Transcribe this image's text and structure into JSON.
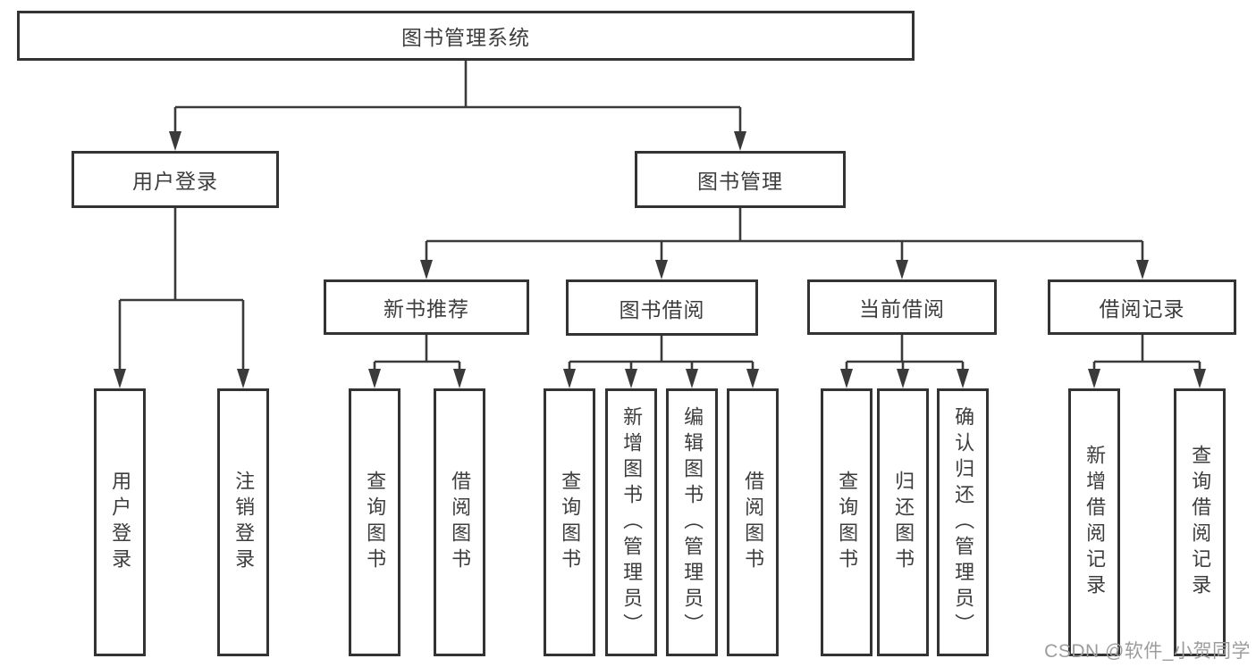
{
  "diagram_title": "图书管理系统",
  "nodes": {
    "root": {
      "label": "图书管理系统"
    },
    "user_login": {
      "label": "用户登录"
    },
    "book_management": {
      "label": "图书管理"
    },
    "new_book_recommend": {
      "label": "新书推荐"
    },
    "book_borrowing": {
      "label": "图书借阅"
    },
    "current_borrowing": {
      "label": "当前借阅"
    },
    "borrowing_records": {
      "label": "借阅记录"
    },
    "leaf_user_login": {
      "label": "用户登录"
    },
    "leaf_logout": {
      "label": "注销登录"
    },
    "leaf_nbr_query_books": {
      "label": "查询图书"
    },
    "leaf_nbr_borrow_books": {
      "label": "借阅图书"
    },
    "leaf_bb_query_books": {
      "label": "查询图书"
    },
    "leaf_bb_add_books": {
      "label": "新增图书（管理员）"
    },
    "leaf_bb_edit_books": {
      "label": "编辑图书（管理员）"
    },
    "leaf_bb_borrow_books": {
      "label": "借阅图书"
    },
    "leaf_cb_query_books": {
      "label": "查询图书"
    },
    "leaf_cb_return_books": {
      "label": "归还图书"
    },
    "leaf_cb_confirm_return": {
      "label": "确认归还（管理员）"
    },
    "leaf_br_add_record": {
      "label": "新增借阅记录"
    },
    "leaf_br_query_record": {
      "label": "查询借阅记录"
    }
  },
  "hierarchy": {
    "root": "图书管理系统",
    "children": [
      {
        "label": "用户登录",
        "children": [
          "用户登录",
          "注销登录"
        ]
      },
      {
        "label": "图书管理",
        "children": [
          {
            "label": "新书推荐",
            "children": [
              "查询图书",
              "借阅图书"
            ]
          },
          {
            "label": "图书借阅",
            "children": [
              "查询图书",
              "新增图书（管理员）",
              "编辑图书（管理员）",
              "借阅图书"
            ]
          },
          {
            "label": "当前借阅",
            "children": [
              "查询图书",
              "归还图书",
              "确认归还（管理员）"
            ]
          },
          {
            "label": "借阅记录",
            "children": [
              "新增借阅记录",
              "查询借阅记录"
            ]
          }
        ]
      }
    ]
  },
  "watermark": {
    "text": "CSDN @软件_小贺同学"
  },
  "colors": {
    "line": "#3a3a3a",
    "box_border": "#333333",
    "text": "#3d3d3d",
    "watermark": "#9c9c9c",
    "background": "#ffffff"
  }
}
